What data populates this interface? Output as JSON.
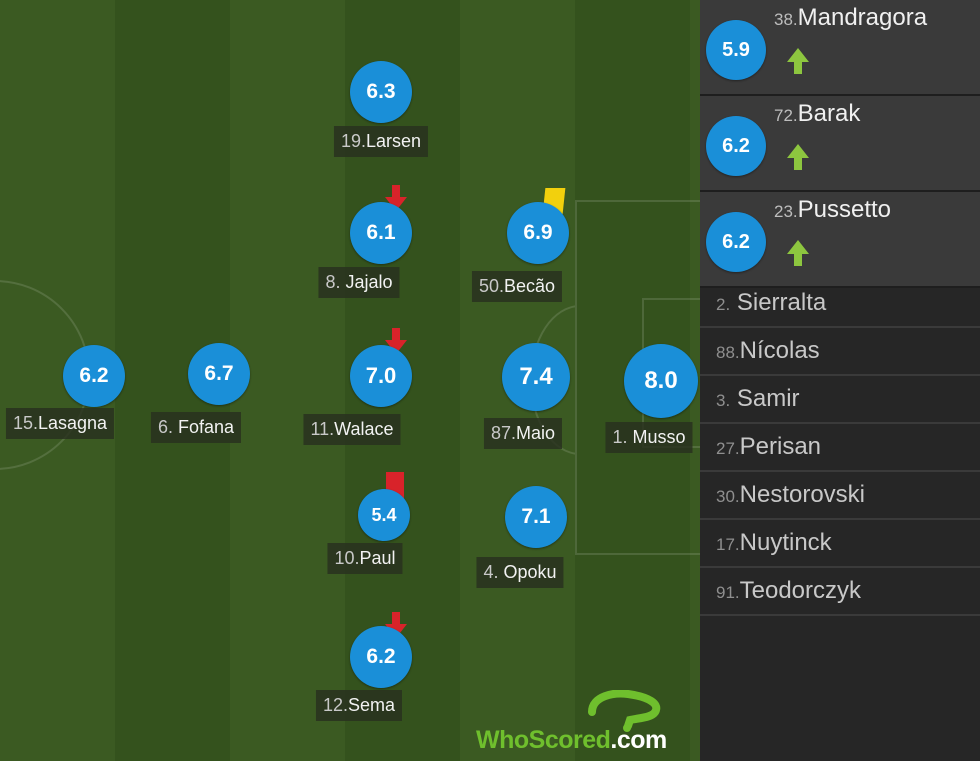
{
  "pitch": {
    "players": [
      {
        "id": "larsen",
        "number": "19.",
        "name": "Larsen",
        "rating": "6.3"
      },
      {
        "id": "jajalo",
        "number": "8. ",
        "name": "Jajalo",
        "rating": "6.1",
        "subbed_off": true
      },
      {
        "id": "walace",
        "number": "11.",
        "name": "Walace",
        "rating": "7.0",
        "subbed_off": true
      },
      {
        "id": "paul",
        "number": "10.",
        "name": "Paul",
        "rating": "5.4",
        "card": "red"
      },
      {
        "id": "sema",
        "number": "12.",
        "name": "Sema",
        "rating": "6.2",
        "subbed_off": true
      },
      {
        "id": "becao",
        "number": "50.",
        "name": "Becão",
        "rating": "6.9",
        "card": "yellow"
      },
      {
        "id": "maio",
        "number": "87.",
        "name": "Maio",
        "rating": "7.4"
      },
      {
        "id": "opoku",
        "number": "4. ",
        "name": "Opoku",
        "rating": "7.1"
      },
      {
        "id": "musso",
        "number": "1. ",
        "name": "Musso",
        "rating": "8.0"
      },
      {
        "id": "lasagna",
        "number": "15.",
        "name": "Lasagna",
        "rating": "6.2"
      },
      {
        "id": "fofana",
        "number": "6. ",
        "name": "Fofana",
        "rating": "6.7"
      }
    ]
  },
  "substitutes": [
    {
      "number": "38.",
      "name": "Mandragora",
      "rating": "5.9"
    },
    {
      "number": "72.",
      "name": "Barak",
      "rating": "6.2"
    },
    {
      "number": "23.",
      "name": "Pussetto",
      "rating": "6.2"
    }
  ],
  "bench": [
    {
      "number": "2.",
      "name": "Sierralta"
    },
    {
      "number": "88.",
      "name": "Nícolas"
    },
    {
      "number": "3.",
      "name": "Samir"
    },
    {
      "number": "27.",
      "name": "Perisan"
    },
    {
      "number": "30.",
      "name": "Nestorovski"
    },
    {
      "number": "17.",
      "name": "Nuytinck"
    },
    {
      "number": "91.",
      "name": "Teodorczyk"
    }
  ],
  "logo": {
    "brand": "WhoScored",
    "suffix": ".com"
  },
  "colors": {
    "rating_bg": "#1a8fd8",
    "yellow_card": "#f2d00d",
    "red_card": "#d8232a",
    "sub_on_arrow": "#8dc63f",
    "sub_off_arrow": "#d8232a"
  },
  "icons": {
    "sub_on": "arrow-up-icon",
    "sub_off": "arrow-down-icon",
    "yellow": "yellow-card-icon",
    "red": "red-card-icon"
  }
}
